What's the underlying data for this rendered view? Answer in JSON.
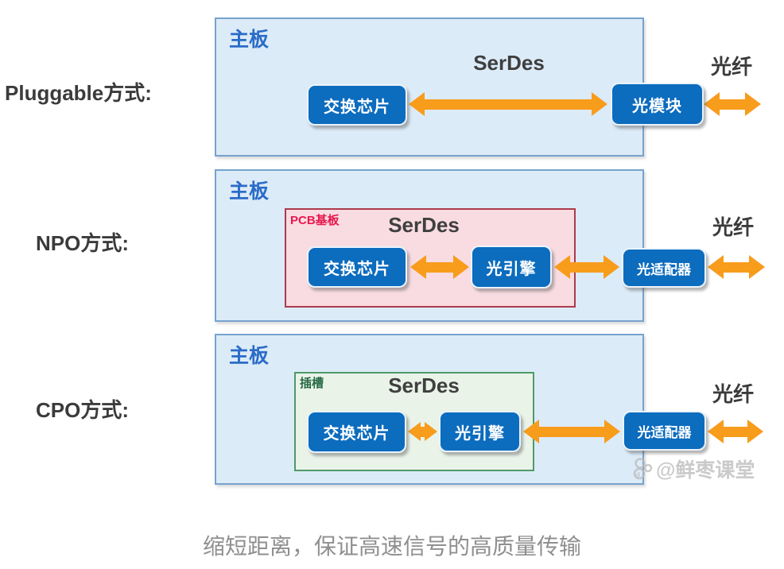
{
  "diagram": {
    "rows": [
      {
        "label": "Pluggable方式:",
        "board_label": "主板",
        "serdes_label": "SerDes",
        "fiber_label": "光纤",
        "chips": [
          "交换芯片",
          "光模块"
        ]
      },
      {
        "label": "NPO方式:",
        "board_label": "主板",
        "inner_label": "PCB基板",
        "serdes_label": "SerDes",
        "fiber_label": "光纤",
        "chips": [
          "交换芯片",
          "光引擎",
          "光适配器"
        ]
      },
      {
        "label": "CPO方式:",
        "board_label": "主板",
        "inner_label": "插槽",
        "serdes_label": "SerDes",
        "fiber_label": "光纤",
        "chips": [
          "交换芯片",
          "光引擎",
          "光适配器"
        ]
      }
    ],
    "caption": "缩短距离，保证高速信号的高质量传输",
    "watermark": "@鲜枣课堂",
    "colors": {
      "board_fill": "#dcebf8",
      "board_border": "#76a3cd",
      "chip_blue": "#0c6cbe",
      "arrow_orange": "#F89C1C",
      "pcb_fill": "#f9dce2",
      "pcb_border": "#ab3c4c",
      "pcb_label": "#e8184c",
      "slot_fill": "#e9f3e8",
      "slot_border": "#4f9a68",
      "slot_label": "#276b46",
      "board_label_blue": "#2b6cc8",
      "text_dark": "#3b3b3b",
      "caption_gray": "#8f8f8f"
    }
  }
}
